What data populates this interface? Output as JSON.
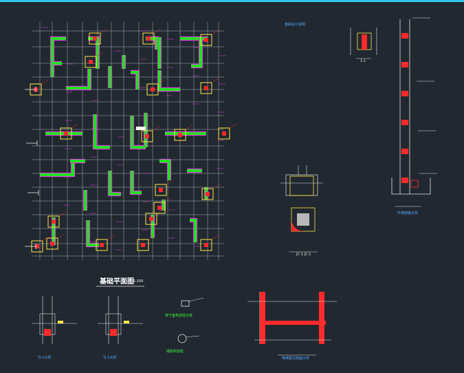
{
  "colors": {
    "background": "#212830",
    "accent_top": "#2ec8e6",
    "grid": "#b9bec6",
    "wall": "#1fe31f",
    "wall_outline": "#e33ce3",
    "column": "#ffe84a",
    "rebar": "#ff2a2a",
    "leader": "#e33ce3",
    "text_title": "#ffffff",
    "text_green": "#3cff3c",
    "text_blue": "#5aa8ff",
    "line_white": "#e8e8e8"
  },
  "labels": {
    "plan_title": "基础平面图",
    "plan_scale": "1:100",
    "notes_title": "基础设计说明",
    "section_11": "1-1",
    "detail_jc": "JC-1 JC-1",
    "wall_section": "外墙剖面大样",
    "detail_tj1": "TJ-1大样",
    "detail_tj2": "TJ-2大样",
    "legend_rect": "地下室构造柱大样",
    "legend_circle": "墙体构造柱",
    "detail_bottom": "电梯基坑剖面大样"
  }
}
